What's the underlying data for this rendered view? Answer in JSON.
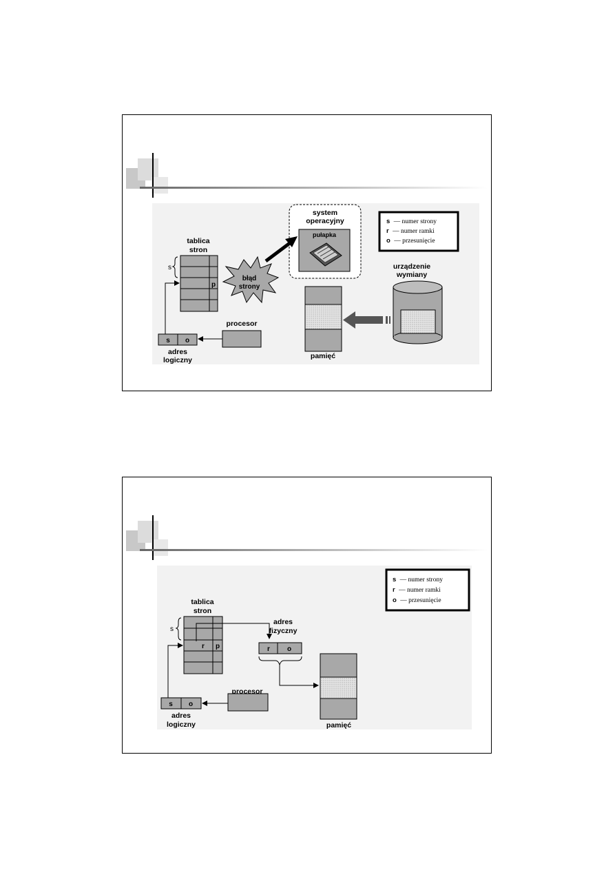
{
  "slide1": {
    "os_label_line1": "system",
    "os_label_line2": "operacyjny",
    "trap_label": "pułapka",
    "page_table_line1": "tablica",
    "page_table_line2": "stron",
    "brace_label": "s",
    "p_label": "p",
    "fault_line1": "błąd",
    "fault_line2": "strony",
    "swap_line1": "urządzenie",
    "swap_line2": "wymiany",
    "cpu_label": "procesor",
    "logical_addr_line1": "adres",
    "logical_addr_line2": "logiczny",
    "addr_s": "s",
    "addr_o": "o",
    "memory_label": "pamięć",
    "legend": [
      {
        "key": "s",
        "text": "— numer strony"
      },
      {
        "key": "r",
        "text": "— numer ramki"
      },
      {
        "key": "o",
        "text": "— przesunięcie"
      }
    ]
  },
  "slide2": {
    "page_table_line1": "tablica",
    "page_table_line2": "stron",
    "brace_label": "s",
    "r_label": "r",
    "p_label": "p",
    "phys_addr_line1": "adres",
    "phys_addr_line2": "fizyczny",
    "phys_r": "r",
    "phys_o": "o",
    "cpu_label": "procesor",
    "logical_addr_line1": "adres",
    "logical_addr_line2": "logiczny",
    "addr_s": "s",
    "addr_o": "o",
    "memory_label": "pamięć",
    "legend": [
      {
        "key": "s",
        "text": "— numer strony"
      },
      {
        "key": "r",
        "text": "— numer ramki"
      },
      {
        "key": "o",
        "text": "— przesunięcie"
      }
    ]
  },
  "colors": {
    "box_gray": "#a8a8a8",
    "panel_bg": "#f2f2f2",
    "dotted": "#d8d8d8"
  }
}
